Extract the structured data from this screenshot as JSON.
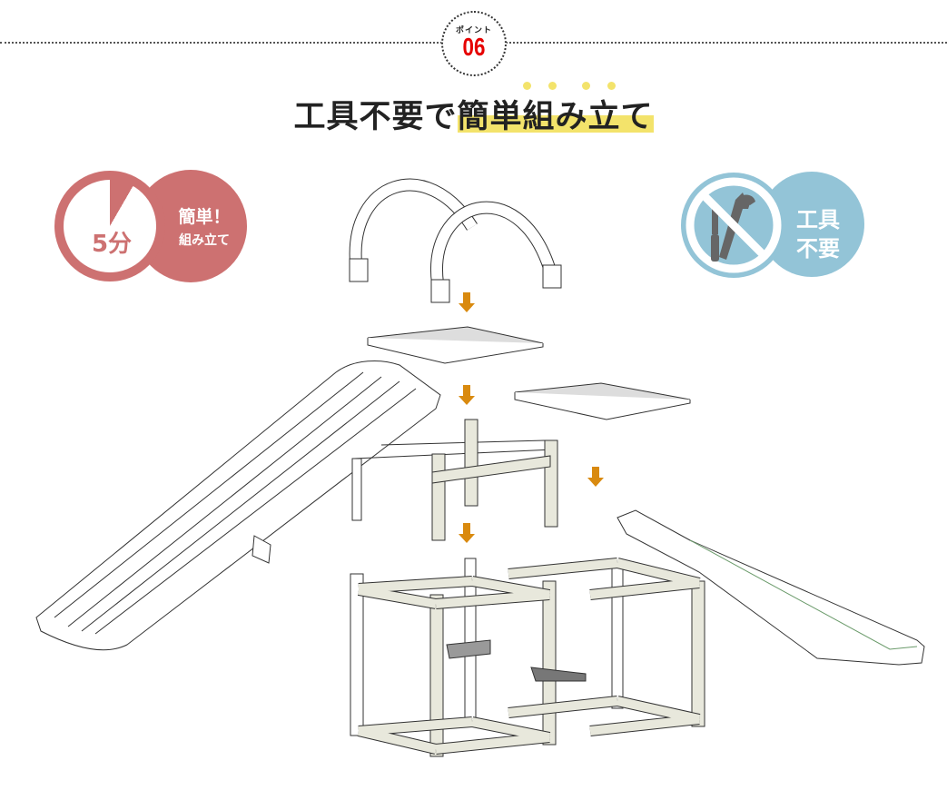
{
  "point": {
    "label": "ポイント",
    "number": "06"
  },
  "title": {
    "plain": "工具不要で",
    "highlight": "簡単組み立て"
  },
  "badge_time": {
    "minutes": "5分",
    "line1": "簡単！",
    "line2": "組み立て"
  },
  "badge_tools": {
    "line1": "工具",
    "line2": "不要"
  },
  "colors": {
    "pink": "#cd7171",
    "blue": "#93c4d7",
    "yellow": "#f3e36b",
    "red": "#e60000",
    "arrow": "#d98a0f"
  }
}
